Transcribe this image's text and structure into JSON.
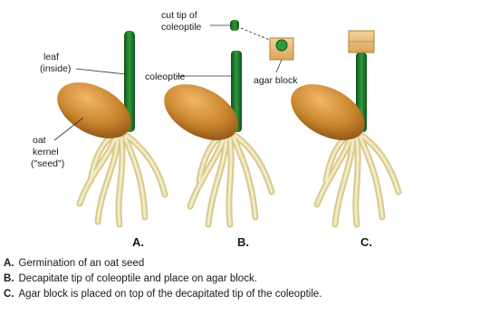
{
  "labels": {
    "leaf": "leaf",
    "inside": "(inside)",
    "coleoptile": "coleoptile",
    "oat_kernel_1": "oat",
    "oat_kernel_2": "kernel",
    "oat_kernel_3": "(\"seed\")",
    "cut_tip_1": "cut tip of",
    "cut_tip_2": "coleoptile",
    "agar_block": "agar block"
  },
  "panels": [
    "A.",
    "B.",
    "C."
  ],
  "captions": [
    {
      "letter": "A.",
      "text": "Germination of an oat seed"
    },
    {
      "letter": "B.",
      "text": "Decapitate tip of coleoptile and place on agar block."
    },
    {
      "letter": "C.",
      "text": "Agar block is placed on top of the decapitated tip of the coleoptile."
    }
  ],
  "colors": {
    "seed": "#c9852e",
    "seed_dark": "#8a5214",
    "coleoptile": "#1f7a2e",
    "coleoptile_dark": "#0f5219",
    "root": "#e9dfae",
    "agar": "#e3b777"
  }
}
